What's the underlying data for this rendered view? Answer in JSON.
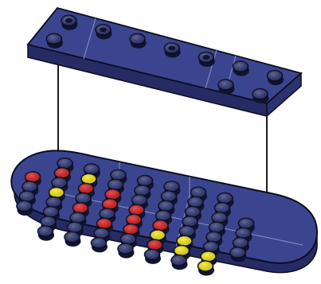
{
  "colors": {
    "brick_base": "#323a7c",
    "brick_top_face": "#3b458f",
    "brick_side": "#262c63",
    "stud_shadow": "#11142e",
    "outline": "#0b0d22",
    "seam": "#8a92c9",
    "stud_blue": "#2d3574",
    "stud_red": "#d91c1c",
    "stud_yellow": "#f4e714",
    "guide_line": "#1c1c1c",
    "background": "#ffffff"
  },
  "upper_plate": {
    "studs": [
      {
        "row": 0,
        "col": 0,
        "type": "hollow"
      },
      {
        "row": 0,
        "col": 1,
        "type": "hollow"
      },
      {
        "row": 0,
        "col": 2,
        "type": "solid"
      },
      {
        "row": 0,
        "col": 3,
        "type": "hollow"
      },
      {
        "row": 0,
        "col": 4,
        "type": "hollow"
      },
      {
        "row": 0,
        "col": 5,
        "type": "solid"
      },
      {
        "row": 0,
        "col": 6,
        "type": "solid"
      },
      {
        "row": 1,
        "col": 0,
        "type": "solid"
      },
      {
        "row": 1,
        "col": 5,
        "type": "solid"
      },
      {
        "row": 1,
        "col": 6,
        "type": "solid"
      }
    ]
  },
  "base_plate": {
    "stud_colors": [
      [
        "blue",
        "blue",
        "blue",
        "blue",
        "blue",
        "blue",
        "blue",
        "blue",
        "blue"
      ],
      [
        "blue",
        "red",
        "yellow",
        "blue",
        "blue",
        "blue",
        "blue",
        "blue",
        "blue"
      ],
      [
        "red",
        "blue",
        "red",
        "red",
        "blue",
        "blue",
        "blue",
        "blue",
        "blue"
      ],
      [
        "blue",
        "yellow",
        "blue",
        "red",
        "red",
        "blue",
        "blue",
        "blue",
        "blue"
      ],
      [
        "blue",
        "blue",
        "red",
        "blue",
        "red",
        "red",
        "blue",
        "blue",
        "blue"
      ],
      [
        "blue",
        "blue",
        "blue",
        "red",
        "red",
        "yellow",
        "yellow",
        "blue",
        "blue"
      ],
      [
        "blue",
        "blue",
        "blue",
        "blue",
        "blue",
        "red",
        "yellow",
        "yellow",
        "blue"
      ],
      [
        "blue",
        "blue",
        "blue",
        "blue",
        "blue",
        "blue",
        "blue",
        "yellow",
        "blue"
      ]
    ]
  }
}
